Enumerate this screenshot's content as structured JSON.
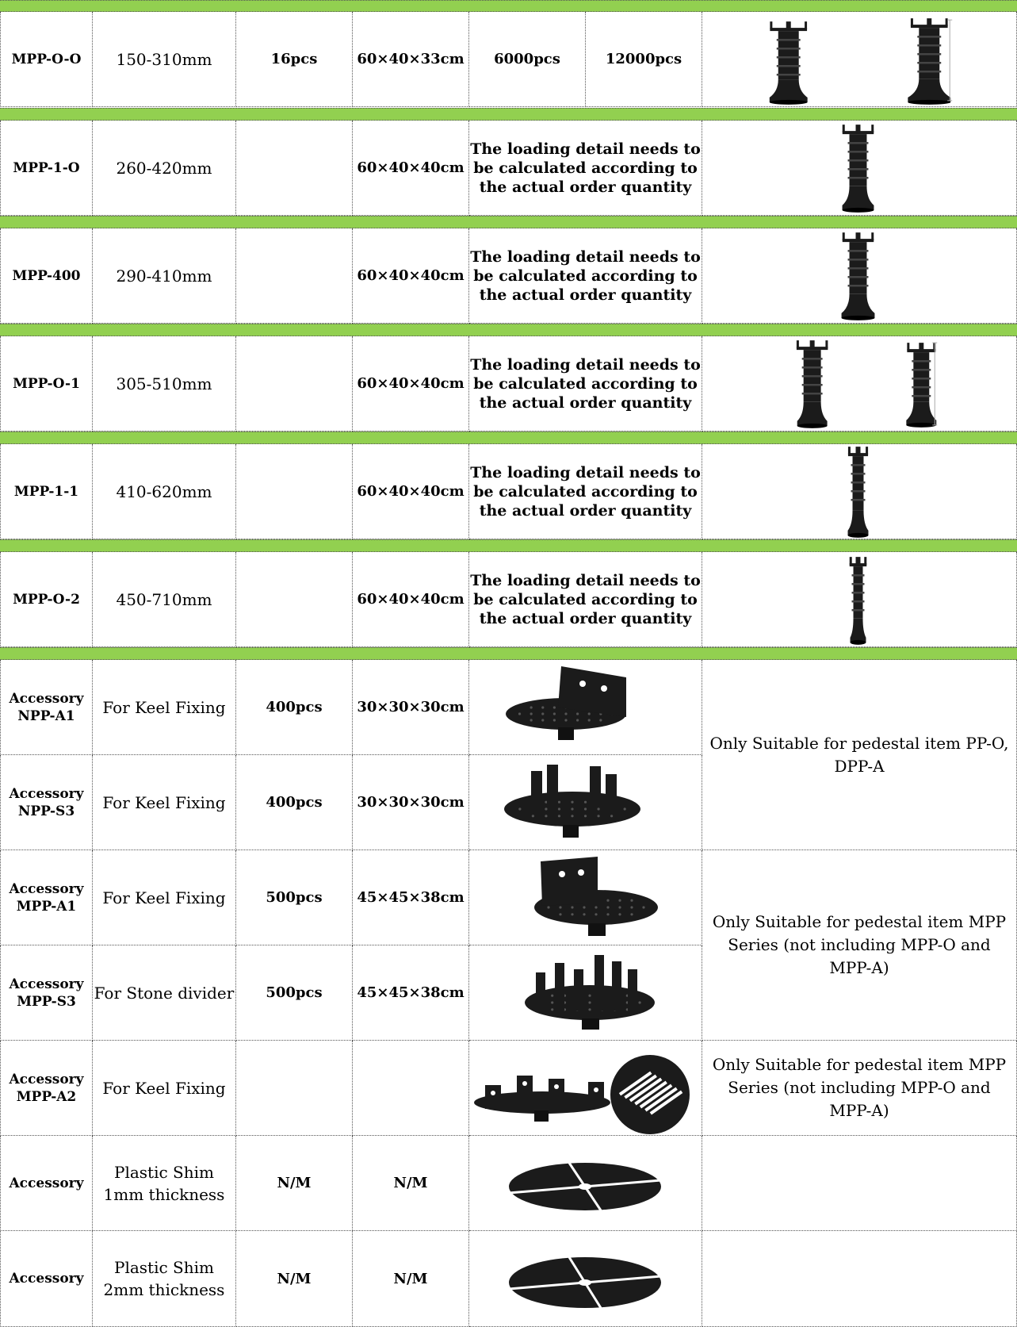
{
  "rows": [
    {
      "code": "MPP-O-O",
      "range": "150-310mm",
      "qty": "16pcs",
      "carton": "60×40×33cm",
      "load1": "6000pcs",
      "load2": "12000pcs"
    },
    {
      "code": "MPP-1-O",
      "range": "260-420mm",
      "qty": "",
      "carton": "60×40×40cm",
      "load": "The loading detail needs to be calculated according to the actual order quantity"
    },
    {
      "code": "MPP-400",
      "range": "290-410mm",
      "qty": "",
      "carton": "60×40×40cm",
      "load": "The loading detail needs to be calculated according to the actual order quantity"
    },
    {
      "code": "MPP-O-1",
      "range": "305-510mm",
      "qty": "",
      "carton": "60×40×40cm",
      "load": "The loading detail needs to be calculated according to the actual order quantity"
    },
    {
      "code": "MPP-1-1",
      "range": "410-620mm",
      "qty": "",
      "carton": "60×40×40cm",
      "load": "The loading detail needs to be calculated according to the actual order quantity"
    },
    {
      "code": "MPP-O-2",
      "range": "450-710mm",
      "qty": "",
      "carton": "60×40×40cm",
      "load": "The loading detail needs to be calculated according to the actual order quantity"
    }
  ],
  "accessories": [
    {
      "name_1": "Accessory",
      "name_2": "NPP-A1",
      "use": "For Keel Fixing",
      "qty": "400pcs",
      "carton": "30×30×30cm"
    },
    {
      "name_1": "Accessory",
      "name_2": "NPP-S3",
      "use": "For Keel Fixing",
      "qty": "400pcs",
      "carton": "30×30×30cm"
    },
    {
      "name_1": "Accessory",
      "name_2": "MPP-A1",
      "use": "For Keel Fixing",
      "qty": "500pcs",
      "carton": "45×45×38cm"
    },
    {
      "name_1": "Accessory",
      "name_2": "MPP-S3",
      "use": "For Stone divider",
      "qty": "500pcs",
      "carton": "45×45×38cm"
    },
    {
      "name_1": "Accessory",
      "name_2": "MPP-A2",
      "use": "For Keel Fixing",
      "qty": "",
      "carton": ""
    },
    {
      "name_1": "Accessory",
      "name_2": "",
      "use_1": "Plastic Shim",
      "use_2": "1mm thickness",
      "qty": "N/M",
      "carton": "N/M"
    },
    {
      "name_1": "Accessory",
      "name_2": "",
      "use_1": "Plastic Shim",
      "use_2": "2mm thickness",
      "qty": "N/M",
      "carton": "N/M"
    }
  ],
  "notes": {
    "npp": "Only Suitable for pedestal item PP-O, DPP-A",
    "mpp": "Only Suitable for pedestal item MPP Series (not including MPP-O and MPP-A)",
    "mpp_a2": "Only Suitable for pedestal item MPP Series (not including MPP-O and MPP-A)"
  },
  "colors": {
    "band": "#92d050",
    "product": "#1b1b1b"
  },
  "icons": [
    "pedestal-image",
    "keel-bracket-image",
    "stone-divider-image",
    "shim-disc-image"
  ]
}
